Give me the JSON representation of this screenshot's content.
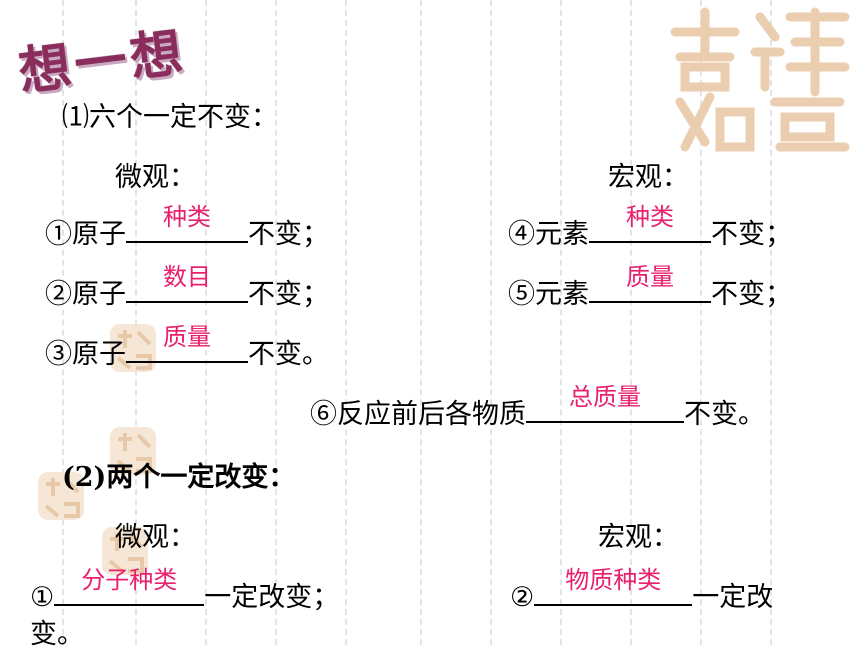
{
  "title": "想一想",
  "seal_label": "吉祥如意",
  "section1": {
    "heading": "⑴六个一定不变：",
    "micro_label": "微观：",
    "macro_label": "宏观：",
    "items": [
      {
        "prefix": "①原子",
        "answer": "种类",
        "suffix": "不变；"
      },
      {
        "prefix": "②原子",
        "answer": "数目",
        "suffix": "不变；"
      },
      {
        "prefix": "③原子",
        "answer": "质量",
        "suffix": "不变。"
      },
      {
        "prefix": "④元素",
        "answer": "种类",
        "suffix": "不变；"
      },
      {
        "prefix": "⑤元素",
        "answer": "质量",
        "suffix": "不变；"
      },
      {
        "prefix": "⑥反应前后各物质",
        "answer": "总质量",
        "suffix": "不变。"
      }
    ]
  },
  "section2": {
    "heading": "(2)两个一定改变：",
    "micro_label": "微观：",
    "macro_label": "宏观：",
    "items": [
      {
        "prefix": "①",
        "answer": "分子种类",
        "suffix": "一定改变；"
      },
      {
        "prefix": "②",
        "answer": "物质种类",
        "suffix": "一定改",
        "suffix2": "变。"
      }
    ]
  },
  "colors": {
    "answer": "#e8206d",
    "title": "#8a2c5c",
    "seal": "#e9c9a9"
  }
}
